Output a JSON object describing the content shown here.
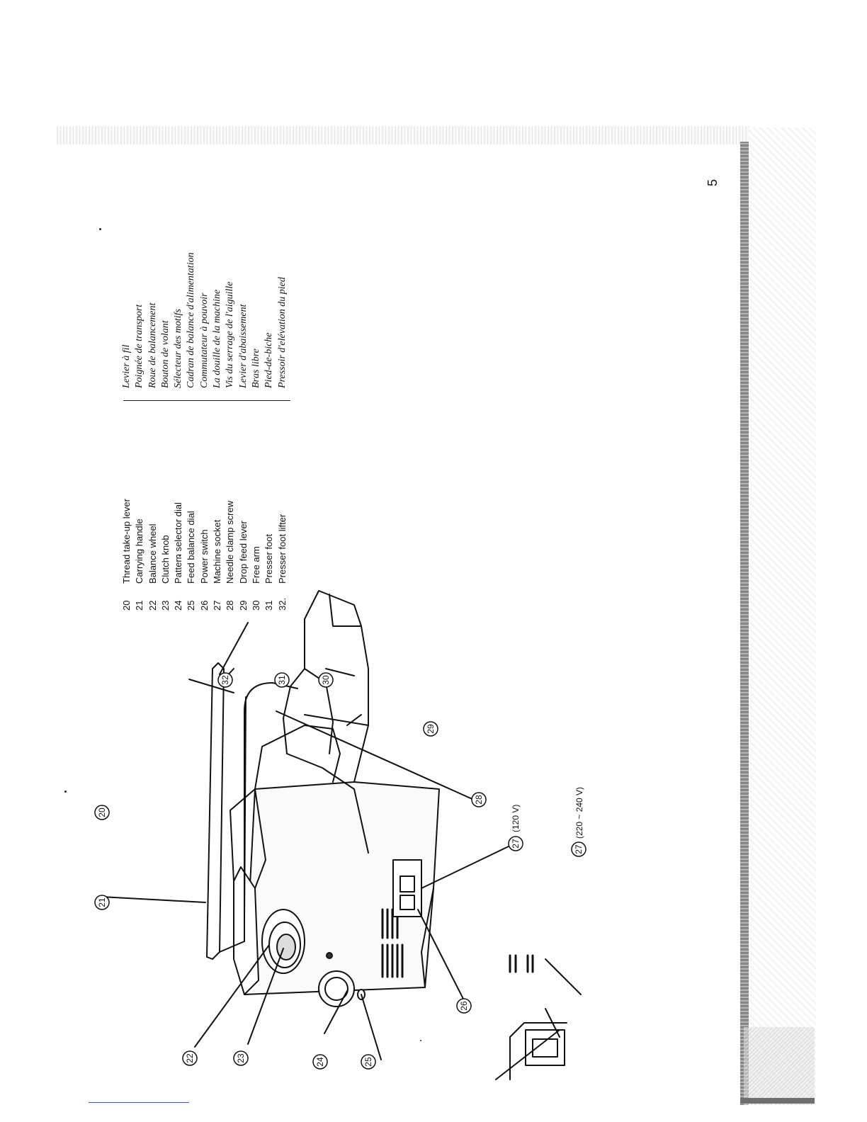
{
  "page_number": "5",
  "parts_en": [
    {
      "num": "20",
      "label": "Thread take-up lever"
    },
    {
      "num": "21",
      "label": "Carrying handle"
    },
    {
      "num": "22",
      "label": "Balance wheel"
    },
    {
      "num": "23",
      "label": "Clutch knob"
    },
    {
      "num": "24",
      "label": "Pattern selector dial"
    },
    {
      "num": "25",
      "label": "Feed balance dial"
    },
    {
      "num": "26",
      "label": "Power switch"
    },
    {
      "num": "27",
      "label": "Machine socket"
    },
    {
      "num": "28",
      "label": "Needle clamp screw"
    },
    {
      "num": "29",
      "label": "Drop feed lever"
    },
    {
      "num": "30",
      "label": "Free arm"
    },
    {
      "num": "31",
      "label": "Presser foot"
    },
    {
      "num": "32.",
      "label": "Presser foot lifter"
    }
  ],
  "parts_fr": [
    "Levier à fil",
    "Poignée de transport",
    "Roue de balancement",
    "Bouton de volant",
    "Sélecteur des motifs",
    "Cadran de balance d'alimentation",
    "Commutateur à pouvoir",
    "La douille de la machine",
    "Vis du serrage de l'aiguille",
    "Levier d'abaissement",
    "Bras libre",
    "Pied-de-biche",
    "Pressoir d'elévation du pied"
  ],
  "diagram": {
    "callouts": [
      "20",
      "21",
      "22",
      "23",
      "24",
      "25",
      "26",
      "27",
      "28",
      "29",
      "30",
      "31",
      "32"
    ],
    "socket_120": "(120 V)",
    "socket_220": "(220 ~ 240 V)",
    "socket_callout": "27"
  }
}
